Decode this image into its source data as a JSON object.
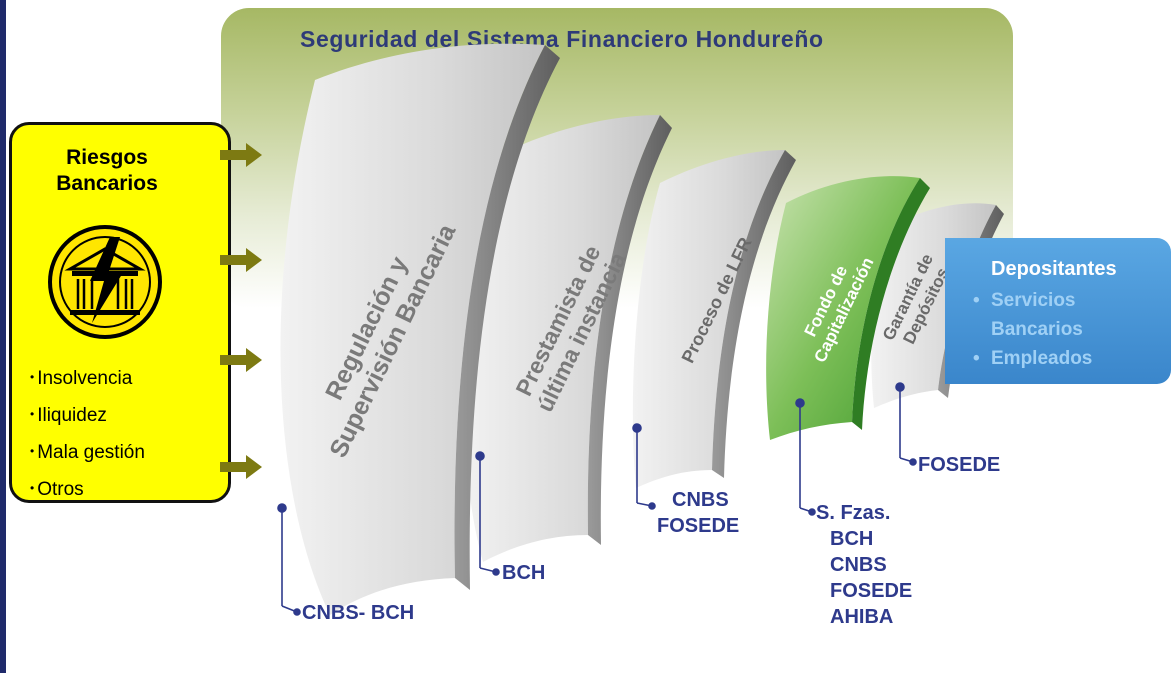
{
  "title": "Seguridad del Sistema Financiero Hondureño",
  "risks": {
    "title_line1": "Riesgos",
    "title_line2": "Bancarios",
    "items": [
      "Insolvencia",
      "Iliquidez",
      "Mala gestión",
      "Otros"
    ]
  },
  "panes": [
    {
      "line1": "Regulación y",
      "line2": "Supervisión Bancaria"
    },
    {
      "line1": "Prestamista de",
      "line2": "última instancia"
    },
    {
      "line1": "Proceso de LFR",
      "line2": ""
    },
    {
      "line1": "Fondo de",
      "line2": "Capitalización"
    },
    {
      "line1": "Garantía de",
      "line2": "Depósitos"
    }
  ],
  "depositors": {
    "title": "Depositantes",
    "item1a": "Servicios",
    "item1b": "Bancarios",
    "item2": "Empleados"
  },
  "entities": {
    "regulation": "CNBS- BCH",
    "lender": "BCH",
    "lfr_line1": "CNBS",
    "lfr_line2": "FOSEDE",
    "fund": [
      "S. Fzas.",
      "BCH",
      "CNBS",
      "FOSEDE",
      "AHIBA"
    ],
    "guarantee": "FOSEDE"
  },
  "colors": {
    "title": "#2e3a78",
    "risk_box": "#ffff00",
    "pane": "#dcdcdc",
    "fund_pane": "#5aa83a",
    "depositors": "#3a86cb",
    "entity_text": "#2e3a8c"
  }
}
